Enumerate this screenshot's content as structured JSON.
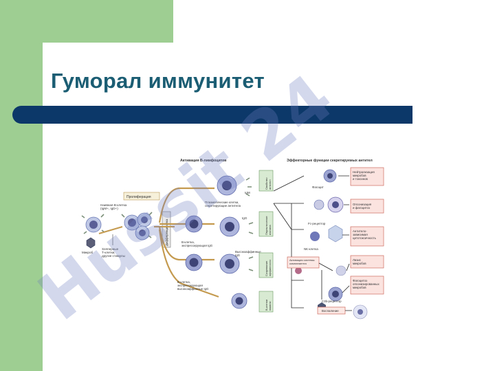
{
  "slide": {
    "title": "Гуморал иммунитет",
    "watermark": "Hussit 24"
  },
  "diagram": {
    "header_left": "Активация В-лимфоцитов",
    "header_right": "Эффекторные функции секретируемых антител",
    "prolif": "Пролиферация",
    "diff": "Дифференцировка",
    "naive": "Наивная В-клетка\n(IgM+, IgD+)",
    "microbe": "Микроб",
    "helper": "Хелперные\nТ-клетки,\nдругие стимулы",
    "plasma": "Плазматические клетки,\nсекретирующие антитела",
    "igm": "IgM",
    "igg": "IgG",
    "b_igg": "В-клетка,\nэкспрессирующая IgG",
    "high_aff": "Высокоаффинные\nIgG",
    "b_hi": "В-клетка,\nэкспрессирующая\nвысокоаффинные IgG",
    "box1": "Свойство\nантител",
    "box2": "Переключение\nизотипа",
    "box3": "Созревание\nаффинности",
    "box4": "В-клетки\nпамяти",
    "phagocyte": "Фагоцит",
    "fc_receptor": "Fc-рецептор",
    "nk": "NK-клетка",
    "complement": "Активация системы\nкомплемента",
    "c3b": "C3b-рецептор",
    "inflammation": "Воспаление",
    "eff1": "Нейтрализация\nмикробов\nи токсинов",
    "eff2": "Опсонизация\nи фагоцитоз",
    "eff3": "Антитело-\nзависимая\nцитотоксичность",
    "eff4": "Лизис\nмикробов",
    "eff5": "Фагоцитоз\nопсонизированных\nмикробов"
  }
}
